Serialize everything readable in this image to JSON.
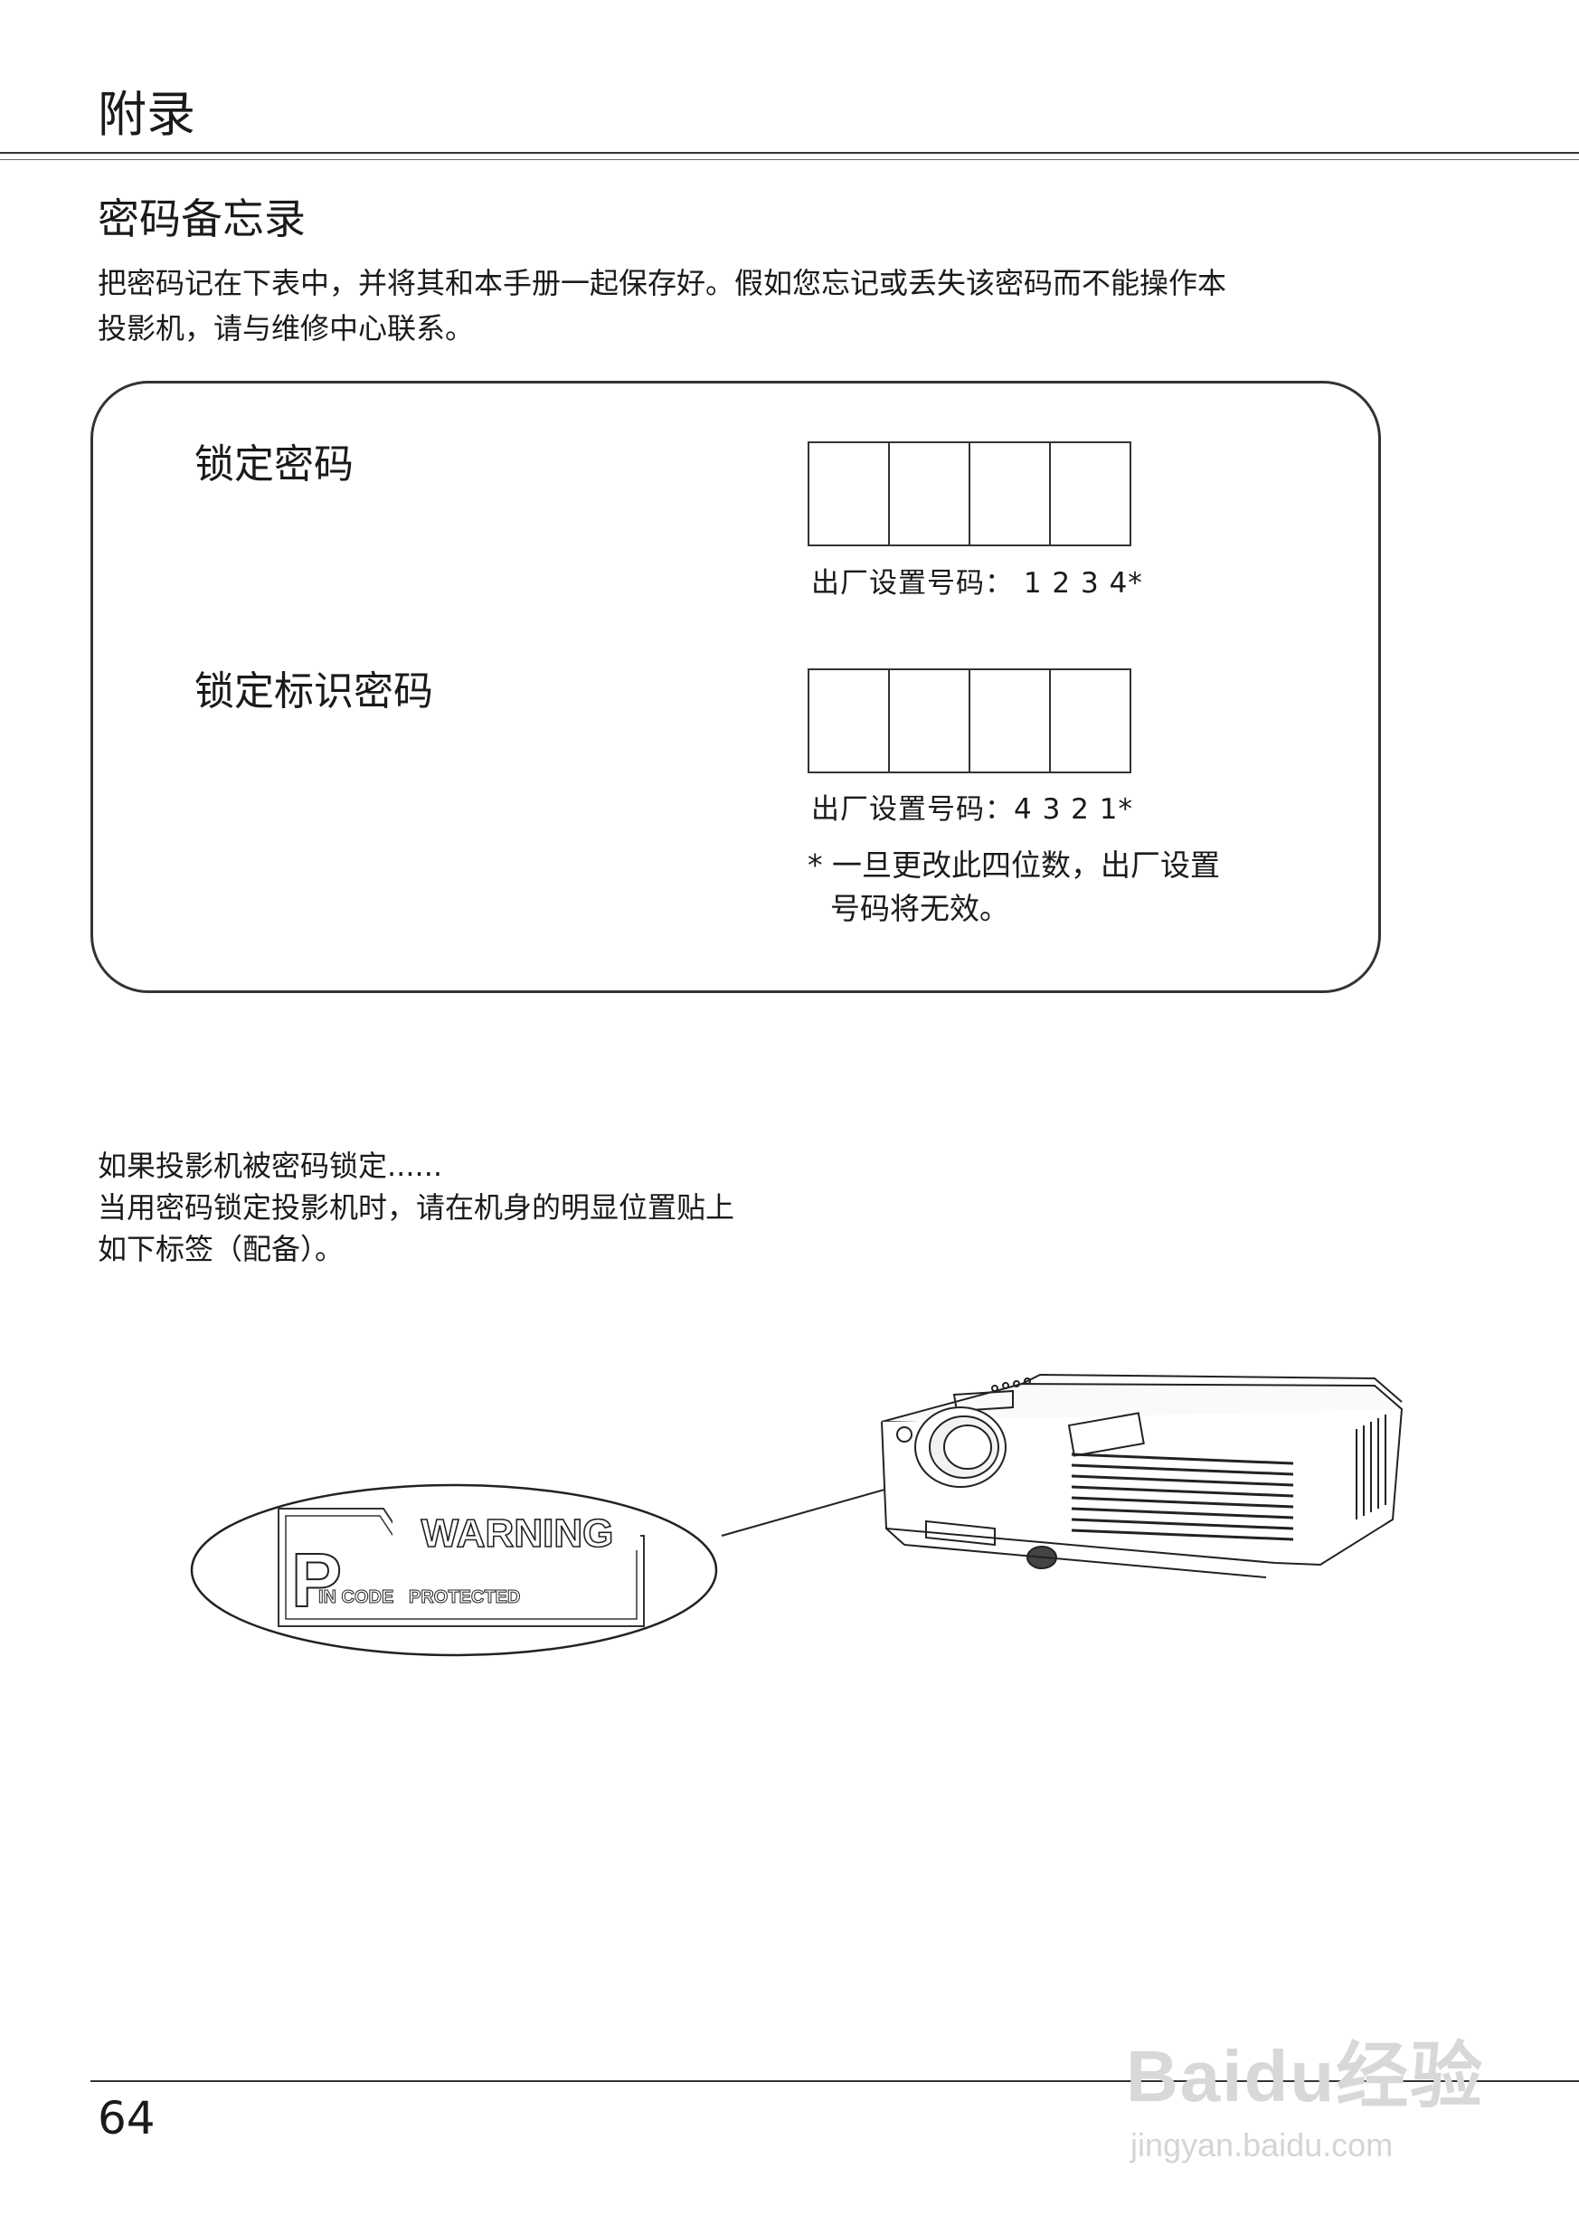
{
  "header": {
    "title": "附录"
  },
  "section": {
    "title": "密码备忘录",
    "intro_lines": [
      "把密码记在下表中，并将其和本手册一起保存好。假如您忘记或丢失该密码而不能操作本",
      "投影机，请与维修中心联系。"
    ]
  },
  "memo": {
    "lock_code": {
      "label": "锁定密码",
      "factory_default": "出厂设置号码： 1 2 3 4*"
    },
    "logo_code": {
      "label": "锁定标识密码",
      "factory_default": "出厂设置号码：4 3 2 1*"
    },
    "note_lines": [
      "* 一旦更改此四位数，出厂设置",
      "号码将无效。"
    ]
  },
  "label_info": {
    "lines": [
      "如果投影机被密码锁定......",
      "当用密码锁定投影机时，请在机身的明显位置贴上",
      "如下标签（配备）。"
    ]
  },
  "sticker": {
    "letter": "P",
    "warning": "WARNING",
    "subtitle": "IN CODE   PROTECTED"
  },
  "footer": {
    "page_number": "64"
  },
  "watermark": {
    "logo": "Baidu经验",
    "url": "jingyan.baidu.com"
  }
}
